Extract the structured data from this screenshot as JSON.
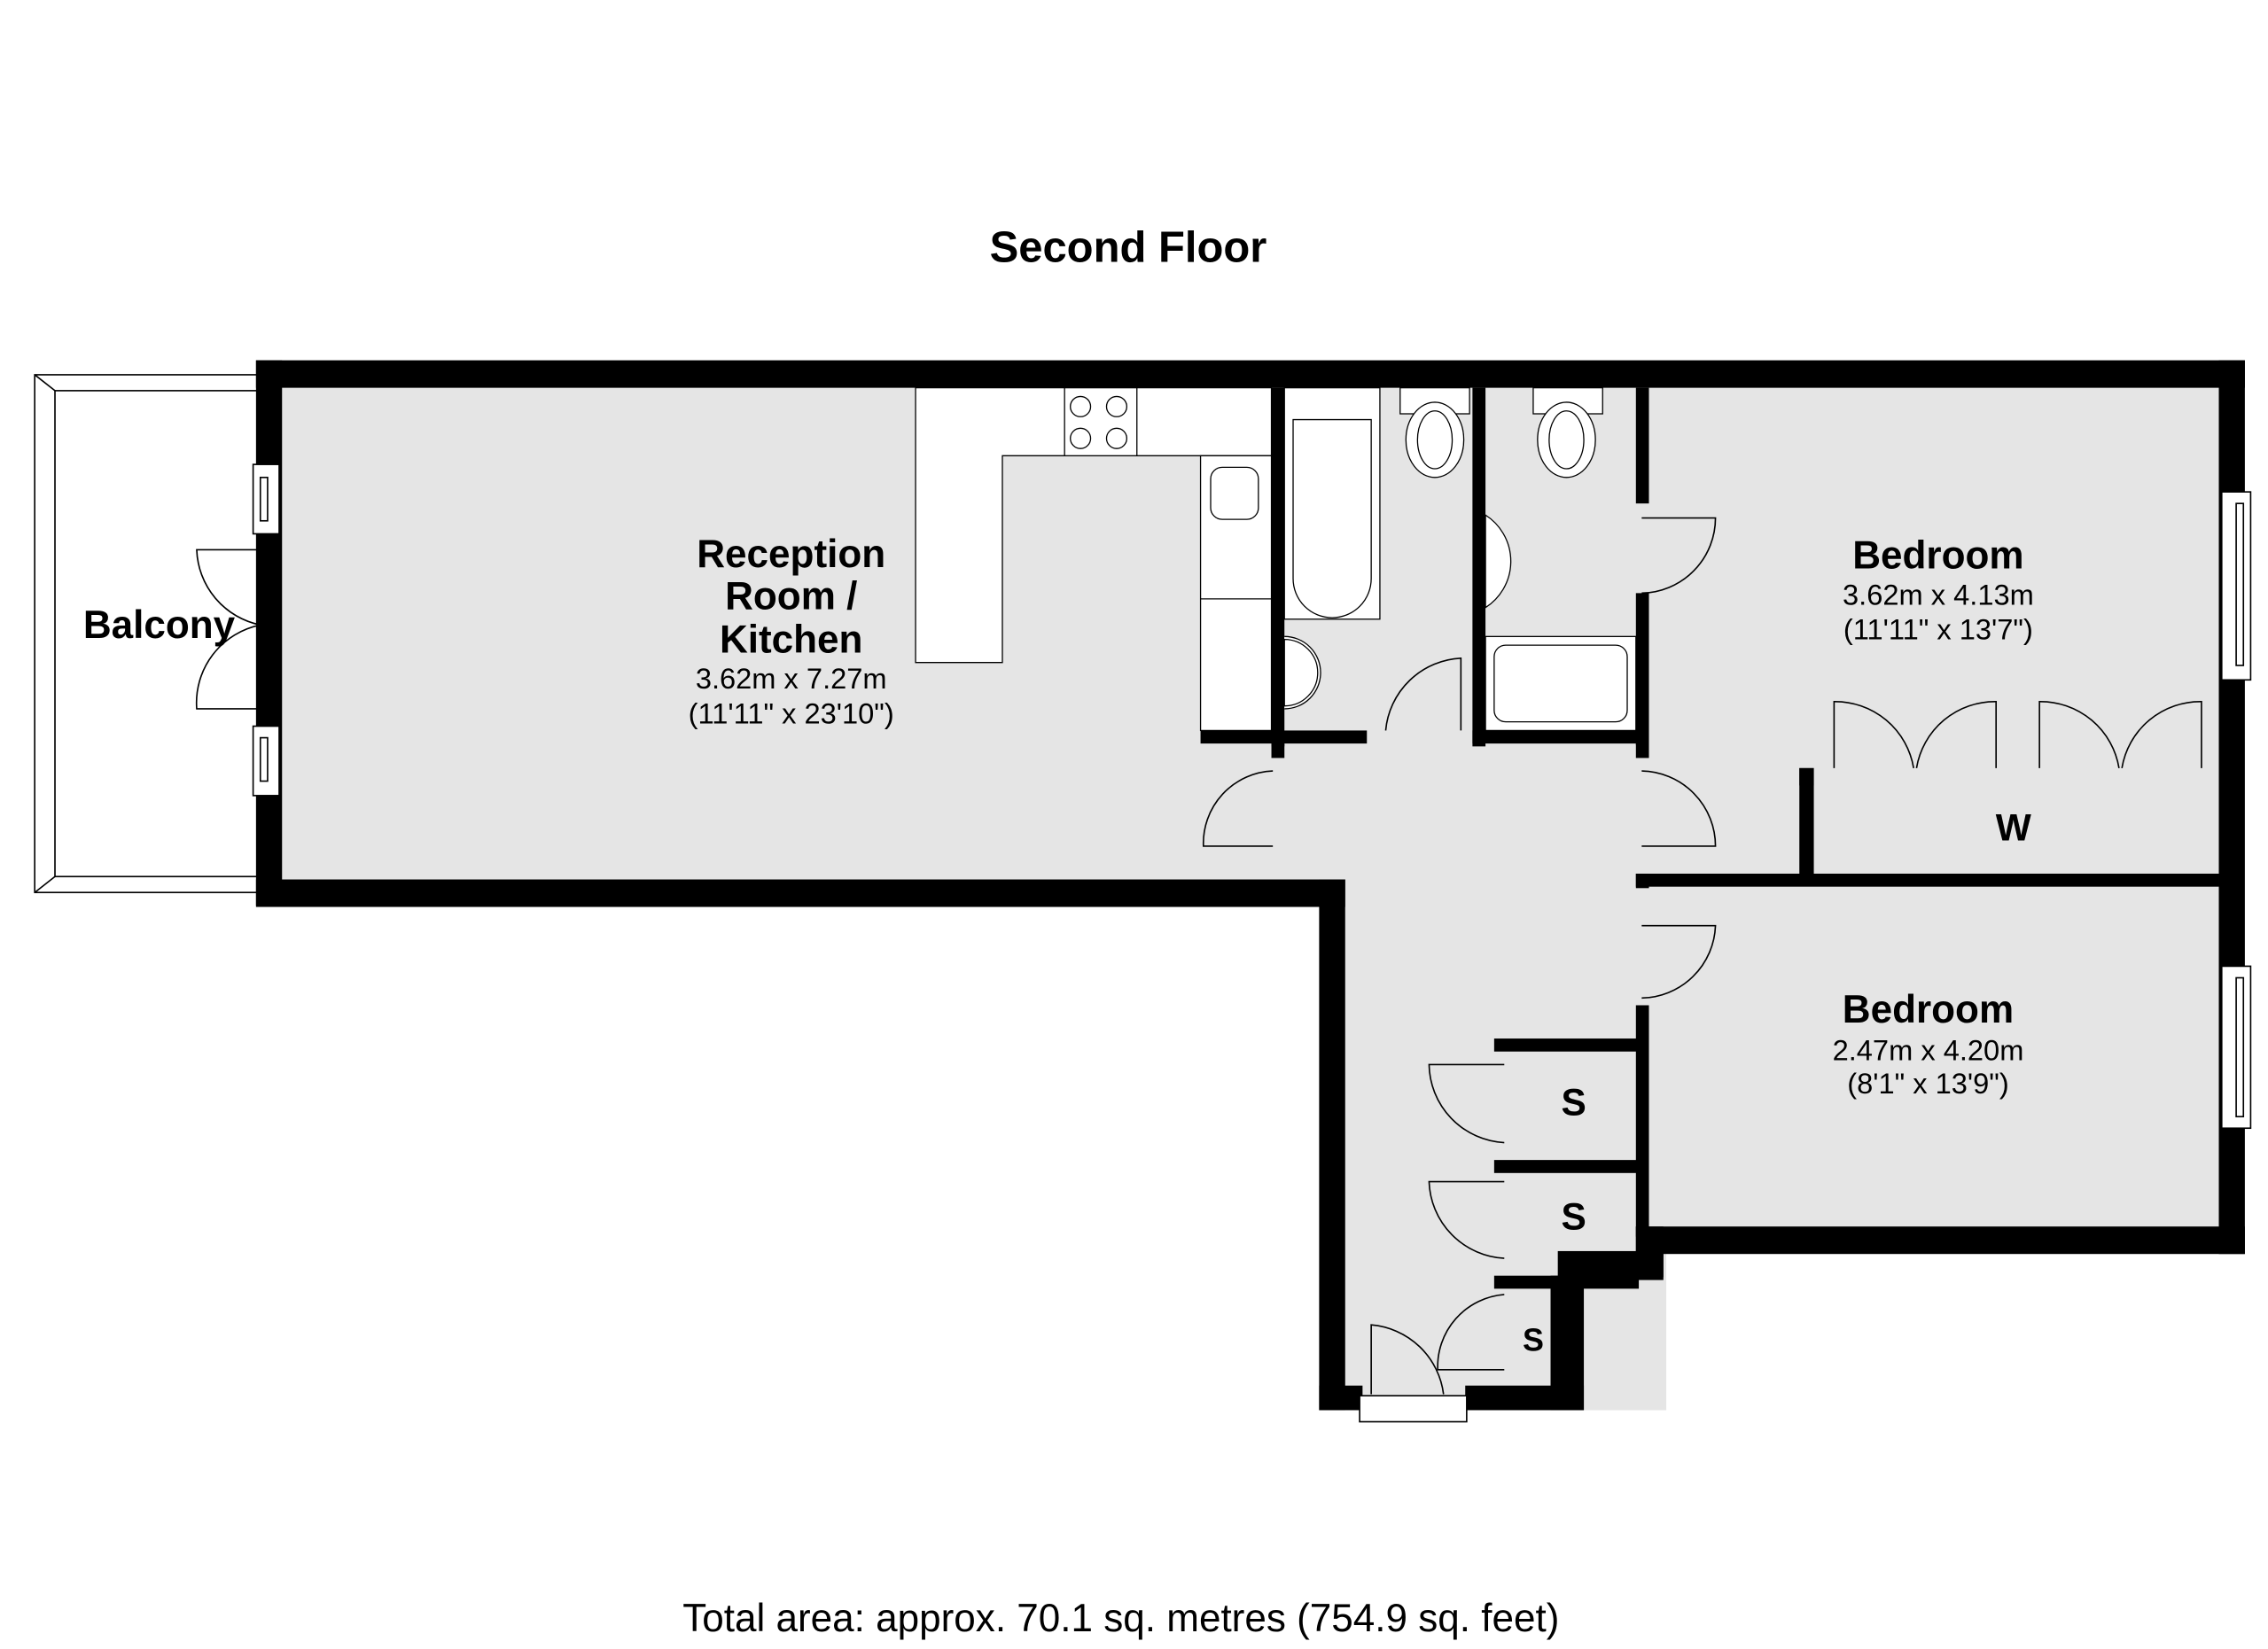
{
  "floor_title": "Second Floor",
  "rooms": {
    "reception": {
      "line1": "Reception",
      "line2": "Room /",
      "line3": "Kitchen",
      "dims_m": "3.62m x 7.27m",
      "dims_ft": "(11'11\" x 23'10\")"
    },
    "balcony": {
      "name": "Balcony"
    },
    "bedroom1": {
      "name": "Bedroom",
      "dims_m": "3.62m x 4.13m",
      "dims_ft": "(11'11\" x 13'7\")"
    },
    "bedroom2": {
      "name": "Bedroom",
      "dims_m": "2.47m x 4.20m",
      "dims_ft": "(8'1\" x 13'9\")"
    },
    "wardrobe": {
      "name": "W"
    },
    "storage": [
      {
        "name": "S"
      },
      {
        "name": "S"
      },
      {
        "name": "S"
      }
    ]
  },
  "total_area": "Total area: approx. 70.1 sq. metres (754.9 sq. feet)",
  "colors": {
    "wall": "#000000",
    "floor": "#e5e5e5",
    "fixture": "#ffffff"
  }
}
